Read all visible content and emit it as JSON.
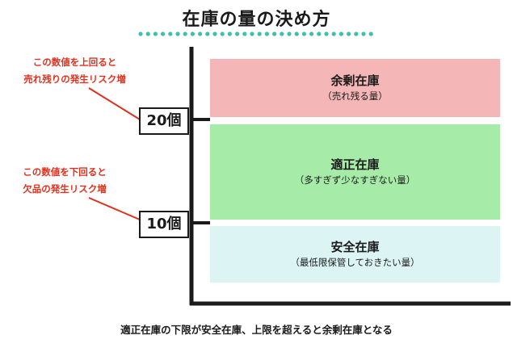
{
  "title": "在庫の量の決め方",
  "zones": [
    {
      "name": "余剰在庫",
      "note": "（売れ残る量）",
      "color": "#f4b6b6"
    },
    {
      "name": "適正在庫",
      "note": "（多すぎず少なすぎない量）",
      "color": "#a6eca8"
    },
    {
      "name": "安全在庫",
      "note": "（最低限保管しておきたい量）",
      "color": "#dcf4f4"
    }
  ],
  "thresholds": [
    {
      "label": "20個",
      "annotation": [
        "この数値を上回ると",
        "売れ残りの発生リスク増"
      ]
    },
    {
      "label": "10個",
      "annotation": [
        "この数値を下回ると",
        "欠品の発生リスク増"
      ]
    }
  ],
  "footer": "適正在庫の下限が安全在庫、上限を超えると余剰在庫となる",
  "colors": {
    "title_dots": "#3fbfb0",
    "annotation": "#e0301e",
    "axis": "#1a1a1a"
  }
}
